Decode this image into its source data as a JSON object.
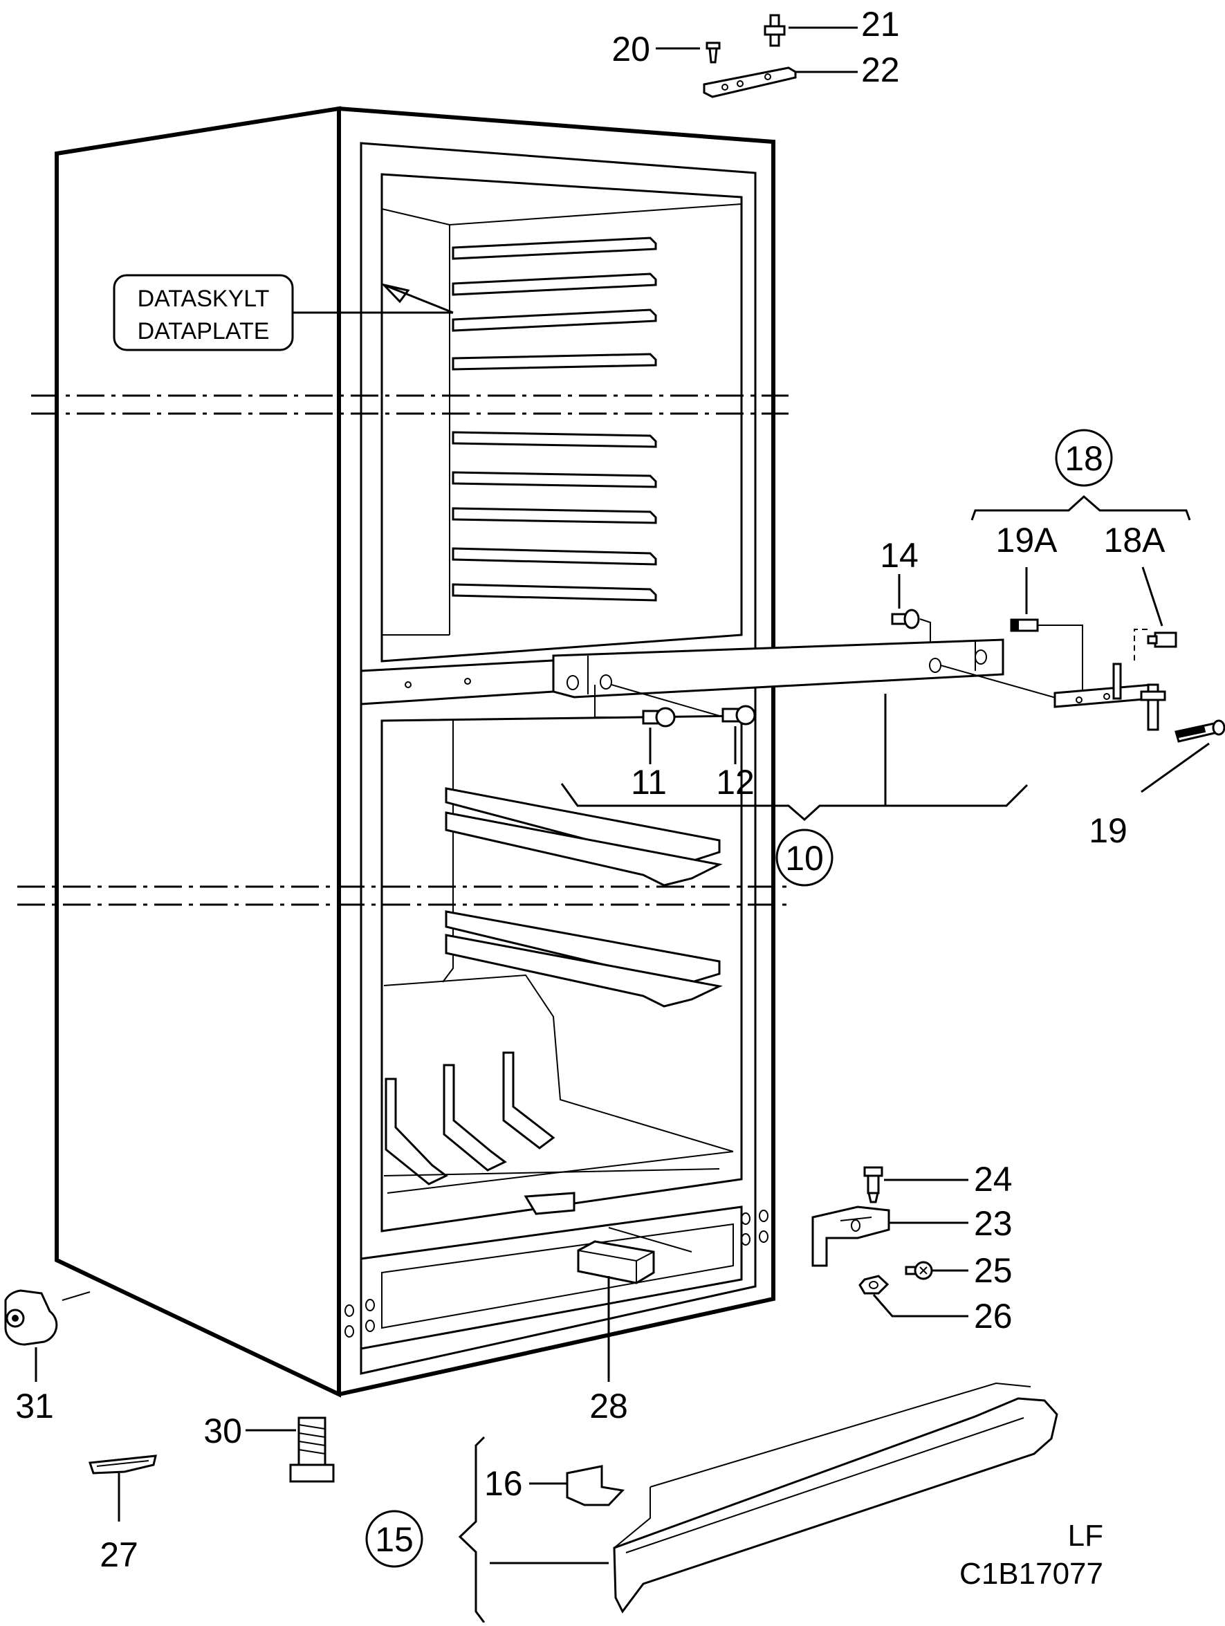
{
  "diagram": {
    "data_plate_label": {
      "line1": "DATASKYLT",
      "line2": "DATAPLATE"
    },
    "part_numbers": {
      "p10": "10",
      "p11": "11",
      "p12": "12",
      "p14": "14",
      "p15": "15",
      "p16": "16",
      "p18": "18",
      "p18a": "18A",
      "p19": "19",
      "p19a": "19A",
      "p20": "20",
      "p21": "21",
      "p22": "22",
      "p23": "23",
      "p24": "24",
      "p25": "25",
      "p26": "26",
      "p27": "27",
      "p28": "28",
      "p30": "30",
      "p31": "31"
    },
    "corner_text": {
      "line1": "LF",
      "line2": "C1B17077"
    }
  }
}
